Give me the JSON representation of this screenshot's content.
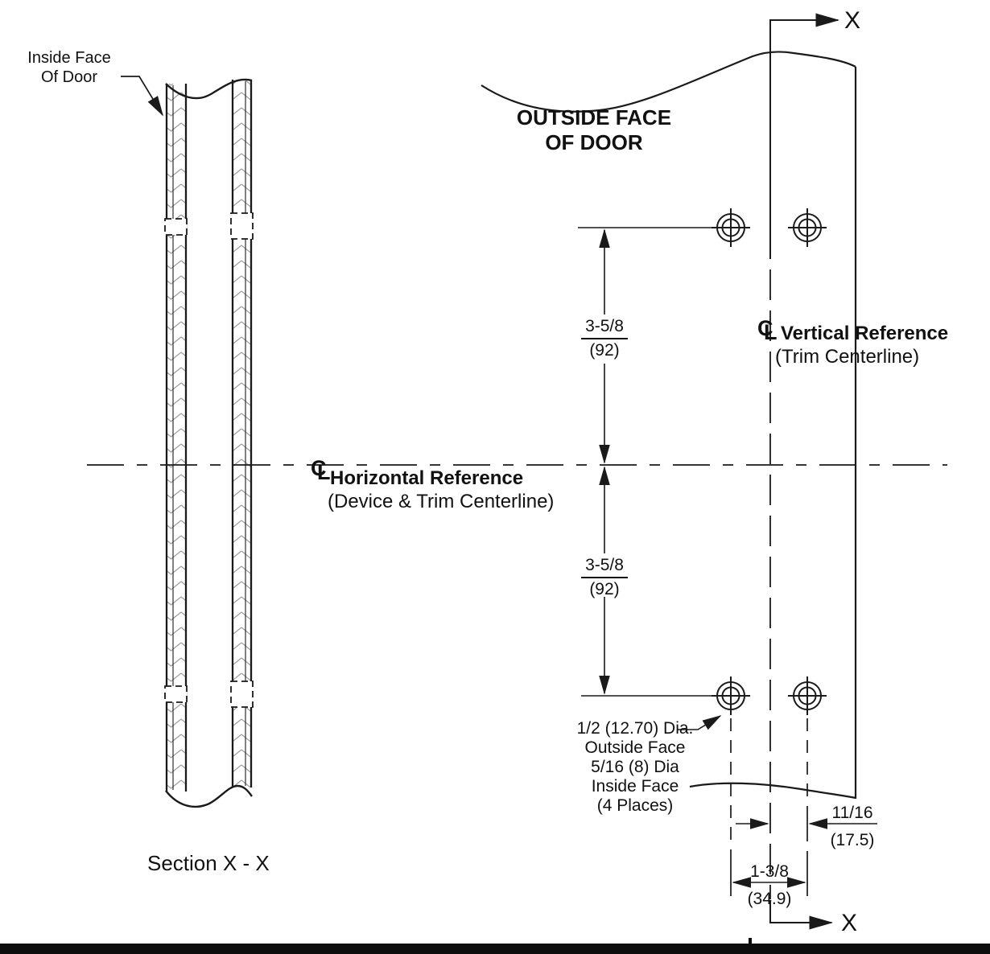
{
  "drawing": {
    "labels": {
      "inside_face": "Inside Face\nOf Door",
      "outside_face": "OUTSIDE FACE\nOF DOOR",
      "vertical_reference": {
        "title": "Vertical Reference",
        "subtitle": "(Trim Centerline)"
      },
      "horizontal_reference": {
        "title": "Horizontal Reference",
        "subtitle": "(Device & Trim Centerline)"
      },
      "section": "Section X - X",
      "section_marker_top": "X",
      "section_marker_bottom": "X"
    },
    "symbols": {
      "centerline_c": "C",
      "centerline_l": "L"
    },
    "dimensions": {
      "upper_vertical": {
        "value": "3-5/8",
        "metric": "(92)"
      },
      "lower_vertical": {
        "value": "3-5/8",
        "metric": "(92)"
      },
      "offset_right": {
        "value": "11/16",
        "metric": "(17.5)"
      },
      "hole_spacing": {
        "value": "1-3/8",
        "metric": "(34.9)"
      }
    },
    "hole_note": "1/2 (12.70) Dia.\nOutside Face\n5/16 (8) Dia\nInside Face\n(4 Places)",
    "line_color": "#1a1a1a"
  }
}
